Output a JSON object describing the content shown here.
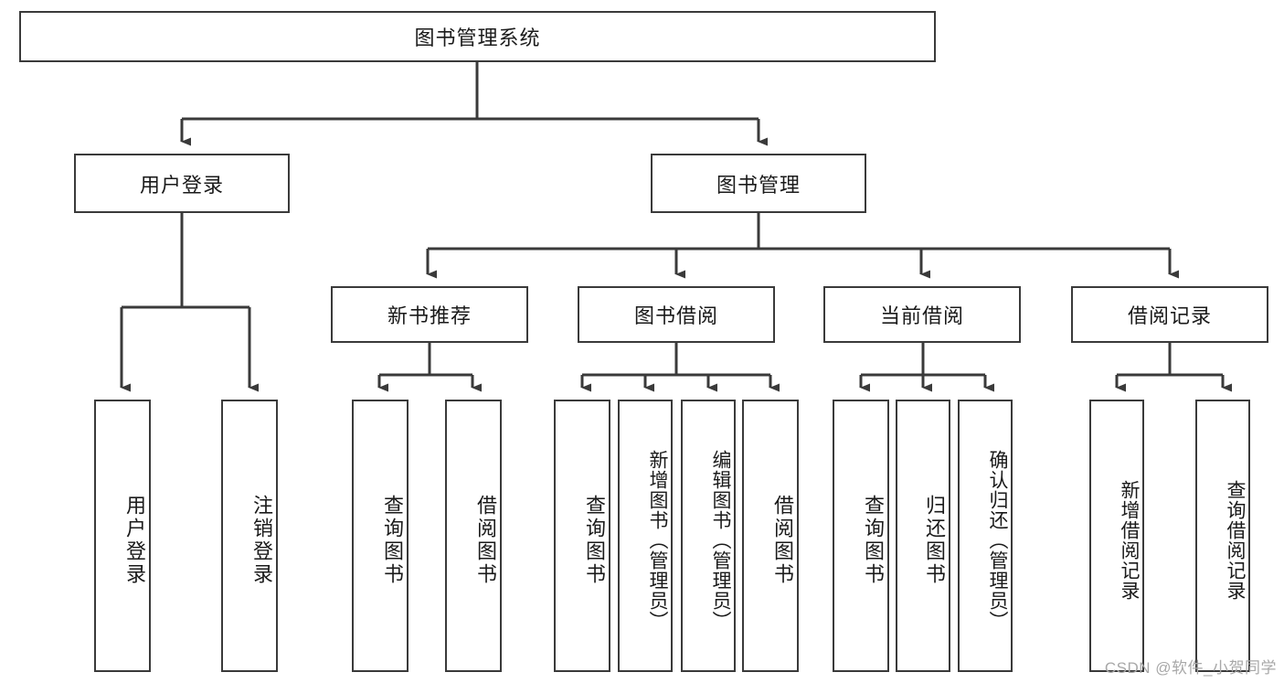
{
  "diagram": {
    "type": "tree-hierarchy-diagram",
    "title": "图书管理系统",
    "root": {
      "id": "root",
      "label": "图书管理系统"
    },
    "level2": [
      {
        "id": "user-login",
        "label": "用户登录"
      },
      {
        "id": "book-management",
        "label": "图书管理"
      }
    ],
    "level3": [
      {
        "id": "new-book-recommend",
        "label": "新书推荐",
        "parent": "book-management"
      },
      {
        "id": "book-borrow",
        "label": "图书借阅",
        "parent": "book-management"
      },
      {
        "id": "current-borrow",
        "label": "当前借阅",
        "parent": "book-management"
      },
      {
        "id": "borrow-record",
        "label": "借阅记录",
        "parent": "book-management"
      }
    ],
    "leaves": [
      {
        "id": "leaf-user-login",
        "label": "用户登录",
        "parent": "user-login"
      },
      {
        "id": "leaf-user-logout",
        "label": "注销登录",
        "parent": "user-login"
      },
      {
        "id": "leaf-query-book-1",
        "label": "查询图书",
        "parent": "new-book-recommend"
      },
      {
        "id": "leaf-borrow-book-1",
        "label": "借阅图书",
        "parent": "new-book-recommend"
      },
      {
        "id": "leaf-query-book-2",
        "label": "查询图书",
        "parent": "book-borrow"
      },
      {
        "id": "leaf-add-book",
        "label": "新增图书（管理员）",
        "parent": "book-borrow"
      },
      {
        "id": "leaf-edit-book",
        "label": "编辑图书（管理员）",
        "parent": "book-borrow"
      },
      {
        "id": "leaf-borrow-book-2",
        "label": "借阅图书",
        "parent": "book-borrow"
      },
      {
        "id": "leaf-query-book-3",
        "label": "查询图书",
        "parent": "current-borrow"
      },
      {
        "id": "leaf-return-book",
        "label": "归还图书",
        "parent": "current-borrow"
      },
      {
        "id": "leaf-confirm-return",
        "label": "确认归还（管理员）",
        "parent": "current-borrow"
      },
      {
        "id": "leaf-add-record",
        "label": "新增借阅记录",
        "parent": "borrow-record"
      },
      {
        "id": "leaf-query-record",
        "label": "查询借阅记录",
        "parent": "borrow-record"
      }
    ],
    "colors": {
      "stroke": "#3a3a3a",
      "fill": "#ffffff",
      "text": "#1a1a1a",
      "watermark": "#a8a8a8"
    }
  },
  "watermark": {
    "text": "CSDN @软件_小贺同学"
  }
}
